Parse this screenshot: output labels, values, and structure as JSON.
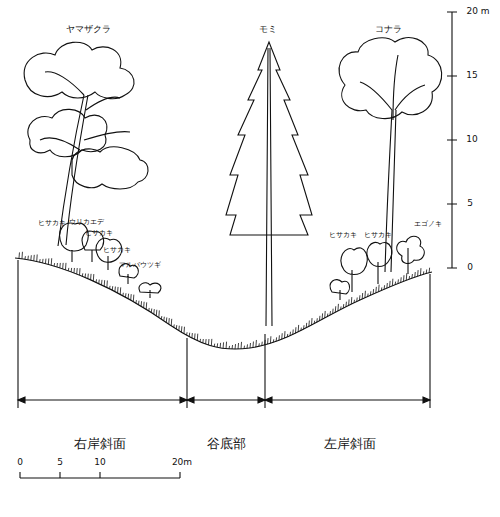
{
  "diagram": {
    "labels": [
      "ヤマザクラ",
      "モミ",
      "コナラ",
      "ヒサカキ",
      "ウリカエデ",
      "ヒサカキ",
      "ヒサカキ",
      "マルバウツギ",
      "ヒサカキ",
      "ヒサカキ",
      "エゴノキ",
      "20 m",
      "15",
      "10",
      "5",
      "0",
      "右岸斜面",
      "谷底部",
      "左岸斜面",
      "0",
      "5",
      "10",
      "20m"
    ]
  }
}
